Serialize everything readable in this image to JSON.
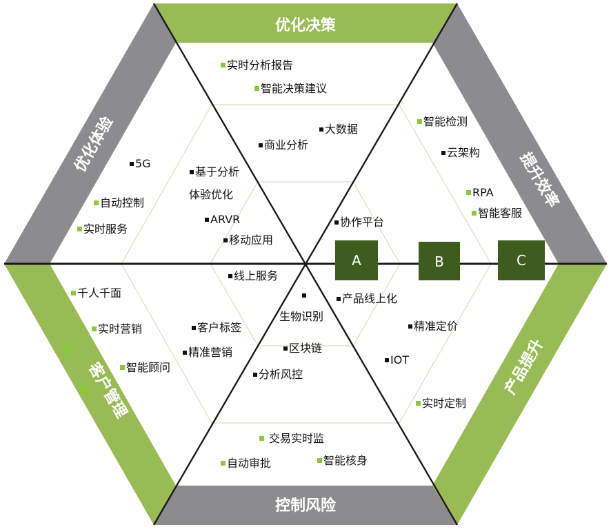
{
  "colors": {
    "green_band": "#99bb55",
    "grey_band": "#8c8c8e",
    "dark_box": "#3e5c1d",
    "line": "#1a1a1a",
    "thin_line": "#d9dcc4",
    "bullet_green": "#8cc63f",
    "bullet_dark": "#111111"
  },
  "bands": {
    "top": "优化决策",
    "upper_right": "提升效率",
    "lower_right": "产品提升",
    "bottom": "控制风险",
    "lower_left": "客户管理",
    "upper_left": "优化体验"
  },
  "boxes": {
    "a": "A",
    "b": "B",
    "c": "C"
  },
  "items": {
    "t1": "实时分析报告",
    "t2": "智能决策建议",
    "t3": "商业分析",
    "t4": "大数据",
    "r1": "智能检测",
    "r2": "云架构",
    "r3": "RPA",
    "r4": "智能客服",
    "l1": "5G",
    "l2": "自动控制",
    "l3": "实时服务",
    "l4": "基于分析",
    "l4b": "体验优化",
    "l5": "ARVR",
    "l6": "移动应用",
    "c1": "协作平台",
    "c2": "线上服务",
    "c3": "产品线上化",
    "c4": "生物识别",
    "c5": "客户标签",
    "c6": "精准营销",
    "c7": "区块链",
    "c8": "分析风控",
    "ll1": "千人千面",
    "ll2": "实时营销",
    "ll3": "智能顾问",
    "lr1": "精准定价",
    "lr2": "IOT",
    "lr3": "实时定制",
    "b1": "交易实时监",
    "b2": "自动审批",
    "b3": "智能核身"
  }
}
